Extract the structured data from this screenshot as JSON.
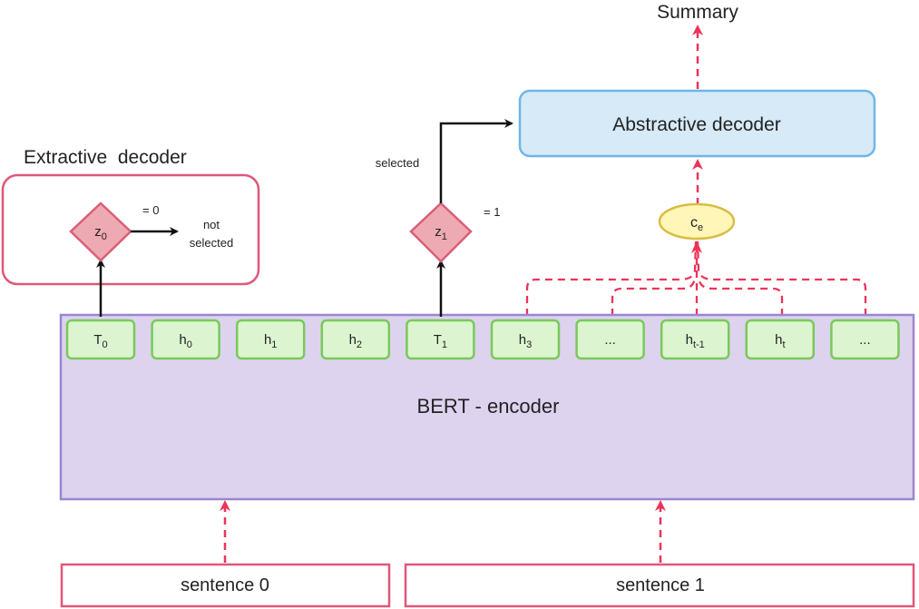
{
  "summary_label": "Summary",
  "abstractive_decoder_label": "Abstractive decoder",
  "extractive_decoder_label": "Extractive  decoder",
  "encoder_label": "BERT - encoder",
  "context_node": {
    "base": "c",
    "sub": "e"
  },
  "gate_z0": {
    "base": "z",
    "sub": "0",
    "value_text": "= 0",
    "outcome_line1": "not",
    "outcome_line2": "selected"
  },
  "gate_z1": {
    "base": "z",
    "sub": "1",
    "value_text": "= 1",
    "outcome_text": "selected"
  },
  "tokens": [
    {
      "base": "T",
      "sub": "0"
    },
    {
      "base": "h",
      "sub": "0"
    },
    {
      "base": "h",
      "sub": "1"
    },
    {
      "base": "h",
      "sub": "2"
    },
    {
      "base": "T",
      "sub": "1"
    },
    {
      "base": "h",
      "sub": "3"
    },
    {
      "base": "...",
      "sub": ""
    },
    {
      "base": "h",
      "sub": "t-1"
    },
    {
      "base": "h",
      "sub": "t"
    },
    {
      "base": "...",
      "sub": ""
    }
  ],
  "inputs": [
    {
      "label": "sentence 0"
    },
    {
      "label": "sentence 1"
    }
  ],
  "colors": {
    "token_fill": "#dcf5d0",
    "token_stroke": "#79c95a",
    "encoder_fill": "#ddd3ef",
    "encoder_stroke": "#9b86cf",
    "abstractive_fill": "#d6eaf8",
    "abstractive_stroke": "#6fb6e6",
    "extractive_stroke": "#e0577a",
    "gate_fill": "#eeaab2",
    "gate_stroke": "#d85f78",
    "context_fill": "#fff6b8",
    "context_stroke": "#d9bd45",
    "dashed_arrow": "#ee3358",
    "solid_arrow": "#111111"
  }
}
